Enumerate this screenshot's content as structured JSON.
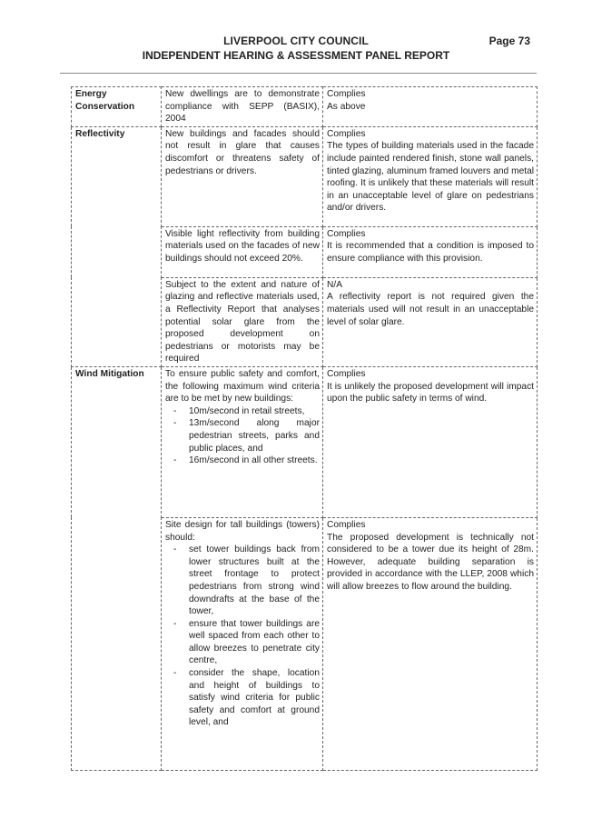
{
  "header": {
    "council": "LIVERPOOL CITY COUNCIL",
    "page": "Page 73",
    "report": "INDEPENDENT HEARING & ASSESSMENT PANEL REPORT"
  },
  "rows": {
    "energy": {
      "category": "Energy Conservation",
      "control": "New dwellings are to demonstrate compliance with SEPP (BASIX), 2004",
      "status": "Complies",
      "comment": "As above"
    },
    "reflect1": {
      "category": "Reflectivity",
      "control": "New buildings and facades should not result in glare that causes discomfort or threatens safety of pedestrians or drivers.",
      "status": "Complies",
      "comment": "The types of building materials used in the facade include painted rendered finish, stone wall panels, tinted glazing, aluminum framed louvers and metal roofing. It is unlikely that these materials will result in an unacceptable level of glare on pedestrians and/or drivers."
    },
    "reflect2": {
      "control": "Visible light reflectivity from building materials used on the facades of new buildings should not exceed 20%.",
      "status": "Complies",
      "comment": "It is recommended that a condition is imposed to ensure compliance with this provision."
    },
    "reflect3": {
      "control": "Subject to the extent and nature of glazing and reflective materials used, a Reflectivity Report that analyses potential solar glare from the proposed development on pedestrians or motorists may be required",
      "status": "N/A",
      "comment": "A reflectivity report is not required given the materials used will not result in an unacceptable level of solar glare."
    },
    "wind1": {
      "category": "Wind Mitigation",
      "control": "To ensure public safety and comfort, the following maximum wind criteria are to be met by new buildings:",
      "bullets": [
        "10m/second in retail streets,",
        "13m/second along major pedestrian streets, parks and public places, and",
        "16m/second in all other streets."
      ],
      "status": "Complies",
      "comment": "It is unlikely the proposed development will impact upon the public safety in terms of wind."
    },
    "wind2": {
      "control": "Site design for tall buildings (towers) should:",
      "bullets": [
        "set tower buildings back from lower structures built at the street frontage to protect pedestrians from strong wind downdrafts at the base of the tower,",
        "ensure that tower buildings are well spaced from each other to allow breezes to penetrate city centre,",
        "consider the shape, location and height of buildings to satisfy wind criteria for public safety and comfort at ground level, and"
      ],
      "status": "Complies",
      "comment": "The proposed development is technically not considered to be a tower due its height of 28m. However, adequate building separation is provided in accordance with the LLEP, 2008 which will allow breezes to flow around the building."
    }
  }
}
